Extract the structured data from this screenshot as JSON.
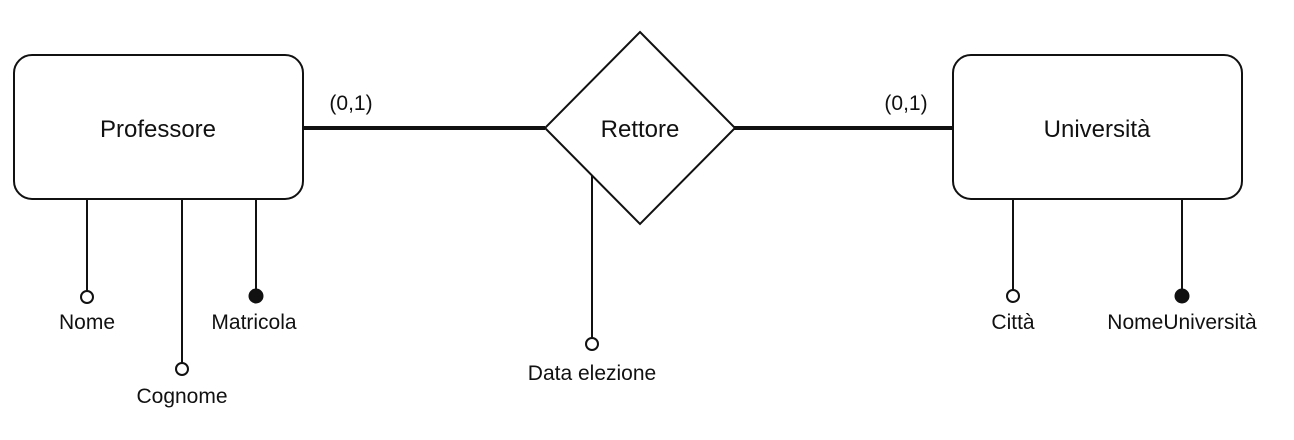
{
  "entities": {
    "professore": {
      "name": "Professore"
    },
    "universita": {
      "name": "Università"
    }
  },
  "relationship": {
    "name": "Rettore",
    "attribute": "Data elezione"
  },
  "cardinalities": {
    "professore_side": "(0,1)",
    "universita_side": "(0,1)"
  },
  "attributes": {
    "professore": {
      "nome": "Nome",
      "cognome": "Cognome",
      "matricola": "Matricola"
    },
    "universita": {
      "citta": "Città",
      "nome_universita": "NomeUniversità"
    }
  },
  "key_attributes": [
    "Matricola",
    "NomeUniversità"
  ]
}
